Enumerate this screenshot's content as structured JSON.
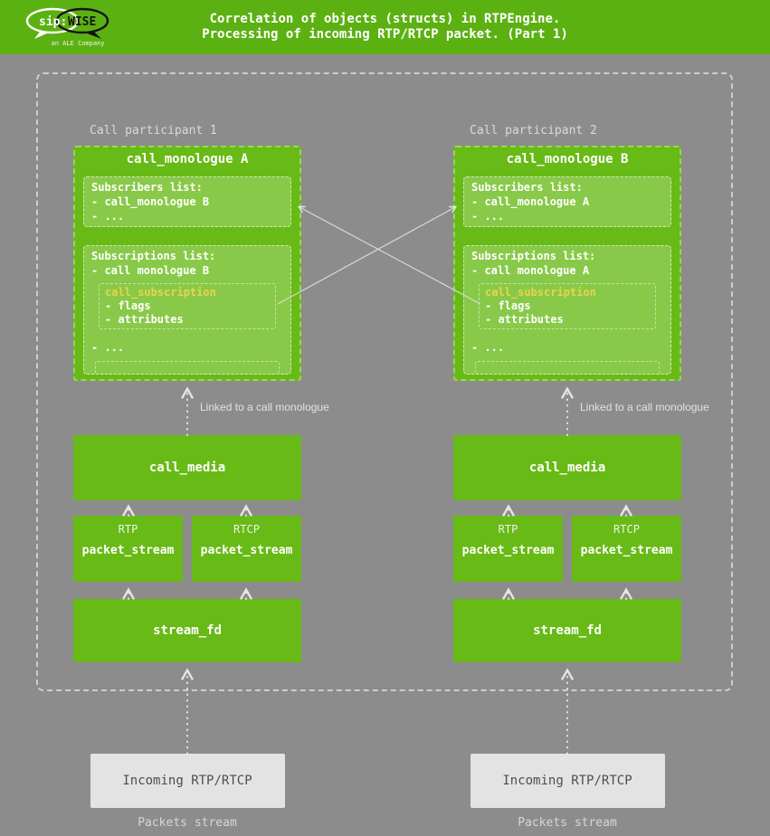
{
  "header": {
    "title_line1": "Correlation of objects (structs) in RTPEngine.",
    "title_line2": "Processing of incoming RTP/RTCP packet. (Part 1)",
    "logo": {
      "sip": "sip:",
      "wise": "WISE",
      "subtitle": "an ALE Company"
    }
  },
  "colors": {
    "header_green": "#5cb112",
    "box_green": "#68ba16",
    "background_gray": "#8c8c8c",
    "subscription_title_yellow": "#e8d44b",
    "incoming_box_gray": "#e3e3e3",
    "arrow_light": "#e6e6e6"
  },
  "participants": [
    {
      "label": "Call participant 1",
      "monologue": {
        "title": "call_monologue A",
        "subscribers": {
          "title": "Subscribers list:",
          "items": [
            "- call_monologue B",
            "- ..."
          ]
        },
        "subscriptions": {
          "title": "Subscriptions list:",
          "item": "- call monologue B",
          "subscription": {
            "title": "call_subscription",
            "items": [
              "- flags",
              "- attributes"
            ]
          },
          "more": "- ..."
        }
      },
      "linked_label": "Linked to a call monologue",
      "call_media": "call_media",
      "streams": [
        {
          "proto": "RTP",
          "label": "packet_stream"
        },
        {
          "proto": "RTCP",
          "label": "packet_stream"
        }
      ],
      "stream_fd": "stream_fd",
      "incoming": "Incoming RTP/RTCP",
      "packets_label": "Packets stream"
    },
    {
      "label": "Call participant 2",
      "monologue": {
        "title": "call_monologue B",
        "subscribers": {
          "title": "Subscribers list:",
          "items": [
            "- call_monologue A",
            "- ..."
          ]
        },
        "subscriptions": {
          "title": "Subscriptions list:",
          "item": "- call monologue A",
          "subscription": {
            "title": "call_subscription",
            "items": [
              "- flags",
              "- attributes"
            ]
          },
          "more": "- ..."
        }
      },
      "linked_label": "Linked to a call monologue",
      "call_media": "call_media",
      "streams": [
        {
          "proto": "RTP",
          "label": "packet_stream"
        },
        {
          "proto": "RTCP",
          "label": "packet_stream"
        }
      ],
      "stream_fd": "stream_fd",
      "incoming": "Incoming RTP/RTCP",
      "packets_label": "Packets stream"
    }
  ]
}
